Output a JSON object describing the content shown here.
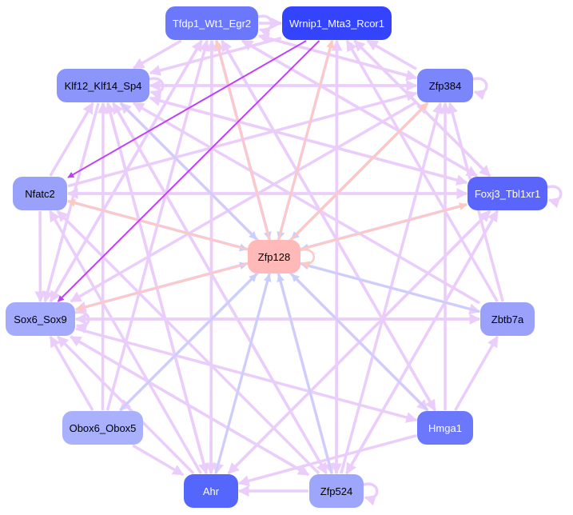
{
  "nodes": [
    {
      "id": "tfdp1",
      "label": "Tfdp1_Wt1_Egr2",
      "color": "#6b78fb",
      "text": "#ffffff"
    },
    {
      "id": "wrnip1",
      "label": "Wrnip1_Mta3_Rcor1",
      "color": "#3344fc",
      "text": "#ffffff"
    },
    {
      "id": "klf12",
      "label": "Klf12_Klf14_Sp4",
      "color": "#8c95fa",
      "text": "#000000"
    },
    {
      "id": "zfp384",
      "label": "Zfp384",
      "color": "#7c86fb",
      "text": "#000000"
    },
    {
      "id": "nfatc2",
      "label": "Nfatc2",
      "color": "#99a1fb",
      "text": "#000000"
    },
    {
      "id": "foxj3",
      "label": "Foxj3_Tbl1xr1",
      "color": "#5a66fb",
      "text": "#ffffff"
    },
    {
      "id": "zfp128",
      "label": "Zfp128",
      "color": "#ffb9b9",
      "text": "#000000"
    },
    {
      "id": "sox6",
      "label": "Sox6_Sox9",
      "color": "#a5abfc",
      "text": "#000000"
    },
    {
      "id": "zbtb7a",
      "label": "Zbtb7a",
      "color": "#99a1fb",
      "text": "#000000"
    },
    {
      "id": "obox6",
      "label": "Obox6_Obox5",
      "color": "#a9b0fc",
      "text": "#000000"
    },
    {
      "id": "hmga1",
      "label": "Hmga1",
      "color": "#6b78fb",
      "text": "#ffffff"
    },
    {
      "id": "ahr",
      "label": "Ahr",
      "color": "#5566fc",
      "text": "#ffffff"
    },
    {
      "id": "zfp524",
      "label": "Zfp524",
      "color": "#9ea6fb",
      "text": "#000000"
    }
  ],
  "edge_colors": {
    "default": "#ebcdfb",
    "blue": "#c8cffb",
    "salmon": "#ffc8c0",
    "purple": "#c040f8"
  },
  "edges": [
    [
      "wrnip1",
      "sox6",
      "purple"
    ],
    [
      "wrnip1",
      "nfatc2",
      "purple"
    ],
    [
      "klf12",
      "zfp128",
      "blue"
    ],
    [
      "nfatc2",
      "zfp128",
      "blue"
    ],
    [
      "sox6",
      "zfp128",
      "blue"
    ],
    [
      "obox6",
      "zfp128",
      "blue"
    ],
    [
      "ahr",
      "zfp128",
      "blue"
    ],
    [
      "zfp524",
      "zfp128",
      "blue"
    ],
    [
      "hmga1",
      "zfp128",
      "blue"
    ],
    [
      "zbtb7a",
      "zfp128",
      "blue"
    ],
    [
      "foxj3",
      "zfp128",
      "blue"
    ],
    [
      "zfp384",
      "zfp128",
      "blue"
    ],
    [
      "tfdp1",
      "zfp128",
      "blue"
    ],
    [
      "wrnip1",
      "zfp128",
      "blue"
    ],
    [
      "zfp128",
      "tfdp1",
      "salmon"
    ],
    [
      "zfp128",
      "wrnip1",
      "salmon"
    ],
    [
      "zfp128",
      "zfp384",
      "salmon"
    ],
    [
      "zfp128",
      "foxj3",
      "salmon"
    ],
    [
      "zfp128",
      "nfatc2",
      "salmon"
    ],
    [
      "zfp128",
      "sox6",
      "salmon"
    ],
    [
      "tfdp1",
      "tfdp1",
      "default"
    ],
    [
      "zfp384",
      "zfp384",
      "default"
    ],
    [
      "foxj3",
      "foxj3",
      "default"
    ],
    [
      "zfp128",
      "zfp128",
      "salmon"
    ],
    [
      "sox6",
      "sox6",
      "default"
    ],
    [
      "zfp524",
      "zfp524",
      "default"
    ],
    [
      "klf12",
      "klf12",
      "default"
    ],
    [
      "tfdp1",
      "wrnip1",
      "default"
    ],
    [
      "tfdp1",
      "klf12",
      "default"
    ],
    [
      "tfdp1",
      "zfp384",
      "default"
    ],
    [
      "tfdp1",
      "foxj3",
      "default"
    ],
    [
      "tfdp1",
      "sox6",
      "default"
    ],
    [
      "tfdp1",
      "ahr",
      "default"
    ],
    [
      "tfdp1",
      "zfp524",
      "default"
    ],
    [
      "tfdp1",
      "hmga1",
      "default"
    ],
    [
      "wrnip1",
      "klf12",
      "default"
    ],
    [
      "wrnip1",
      "ahr",
      "default"
    ],
    [
      "wrnip1",
      "zfp524",
      "default"
    ],
    [
      "wrnip1",
      "foxj3",
      "default"
    ],
    [
      "zfp384",
      "tfdp1",
      "default"
    ],
    [
      "zfp384",
      "wrnip1",
      "default"
    ],
    [
      "zfp384",
      "sox6",
      "default"
    ],
    [
      "zfp384",
      "obox6",
      "default"
    ],
    [
      "zfp384",
      "klf12",
      "default"
    ],
    [
      "klf12",
      "zfp384",
      "default"
    ],
    [
      "klf12",
      "foxj3",
      "default"
    ],
    [
      "klf12",
      "ahr",
      "default"
    ],
    [
      "klf12",
      "zfp524",
      "default"
    ],
    [
      "klf12",
      "hmga1",
      "default"
    ],
    [
      "klf12",
      "sox6",
      "default"
    ],
    [
      "nfatc2",
      "foxj3",
      "default"
    ],
    [
      "nfatc2",
      "zfp384",
      "default"
    ],
    [
      "nfatc2",
      "sox6",
      "default"
    ],
    [
      "nfatc2",
      "zbtb7a",
      "default"
    ],
    [
      "nfatc2",
      "klf12",
      "default"
    ],
    [
      "foxj3",
      "tfdp1",
      "default"
    ],
    [
      "foxj3",
      "wrnip1",
      "default"
    ],
    [
      "foxj3",
      "klf12",
      "default"
    ],
    [
      "foxj3",
      "sox6",
      "default"
    ],
    [
      "foxj3",
      "ahr",
      "default"
    ],
    [
      "foxj3",
      "zfp524",
      "default"
    ],
    [
      "foxj3",
      "nfatc2",
      "default"
    ],
    [
      "sox6",
      "zbtb7a",
      "default"
    ],
    [
      "sox6",
      "hmga1",
      "default"
    ],
    [
      "sox6",
      "zfp524",
      "default"
    ],
    [
      "sox6",
      "tfdp1",
      "default"
    ],
    [
      "zbtb7a",
      "sox6",
      "default"
    ],
    [
      "zbtb7a",
      "zfp384",
      "default"
    ],
    [
      "zbtb7a",
      "klf12",
      "default"
    ],
    [
      "zbtb7a",
      "wrnip1",
      "default"
    ],
    [
      "obox6",
      "sox6",
      "default"
    ],
    [
      "obox6",
      "ahr",
      "default"
    ],
    [
      "obox6",
      "klf12",
      "default"
    ],
    [
      "obox6",
      "zfp384",
      "default"
    ],
    [
      "obox6",
      "tfdp1",
      "default"
    ],
    [
      "hmga1",
      "ahr",
      "default"
    ],
    [
      "hmga1",
      "zbtb7a",
      "default"
    ],
    [
      "hmga1",
      "zfp384",
      "default"
    ],
    [
      "hmga1",
      "klf12",
      "default"
    ],
    [
      "hmga1",
      "tfdp1",
      "default"
    ],
    [
      "ahr",
      "sox6",
      "default"
    ],
    [
      "ahr",
      "klf12",
      "default"
    ],
    [
      "ahr",
      "nfatc2",
      "default"
    ],
    [
      "ahr",
      "tfdp1",
      "default"
    ],
    [
      "ahr",
      "foxj3",
      "default"
    ],
    [
      "zfp524",
      "ahr",
      "default"
    ],
    [
      "zfp524",
      "sox6",
      "default"
    ],
    [
      "zfp524",
      "foxj3",
      "default"
    ],
    [
      "zfp524",
      "zfp384",
      "default"
    ],
    [
      "zfp524",
      "wrnip1",
      "default"
    ],
    [
      "zfp524",
      "klf12",
      "default"
    ],
    [
      "zfp524",
      "nfatc2",
      "default"
    ],
    [
      "zfp524",
      "tfdp1",
      "default"
    ]
  ]
}
